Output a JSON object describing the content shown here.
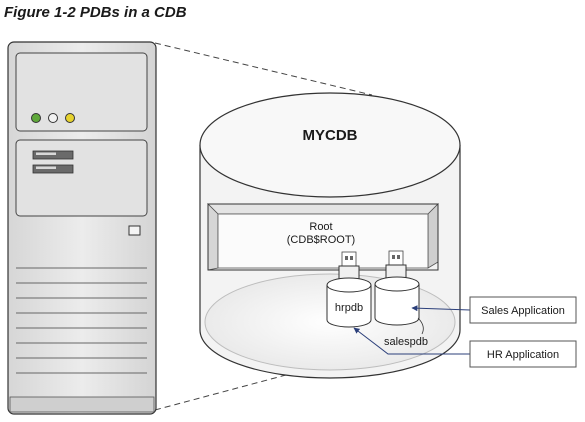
{
  "figure": {
    "title": "Figure 1-2 PDBs in a CDB"
  },
  "diagram": {
    "cdb_name": "MYCDB",
    "root_label_line1": "Root",
    "root_label_line2": "(CDB$ROOT)",
    "pdb_1": "hrpdb",
    "pdb_2": "salespdb",
    "app_1": "Sales Application",
    "app_2": "HR Application"
  },
  "colors": {
    "led_green": "#5fa83a",
    "led_white": "#f2f2f2",
    "led_yellow": "#e6d22e",
    "arrow": "#2b3f7a",
    "server_fill": "#e4e4e4",
    "outline": "#333333"
  }
}
